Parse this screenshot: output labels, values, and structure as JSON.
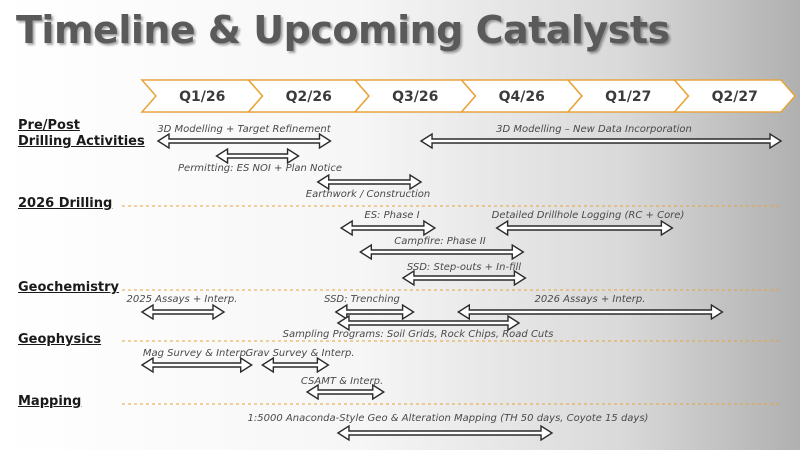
{
  "title": "Timeline & Upcoming Catalysts",
  "colors": {
    "accent": "#e8a33a",
    "arrow_stroke": "#2b2b2b",
    "divider": "#e8a33a"
  },
  "quarters": [
    "Q1/26",
    "Q2/26",
    "Q3/26",
    "Q4/26",
    "Q1/27",
    "Q2/27"
  ],
  "categories": [
    {
      "line1": "Pre/Post",
      "line2": "Drilling Activities"
    },
    {
      "line1": "2026 Drilling"
    },
    {
      "line1": "Geochemistry"
    },
    {
      "line1": "Geophysics"
    },
    {
      "line1": "Mapping"
    }
  ],
  "bars": [
    {
      "label": "3D Modelling + Target Refinement",
      "start": 0.15,
      "end": 1.77
    },
    {
      "label": "3D Modelling – New Data Incorporation",
      "start": 2.62,
      "end": 6.0
    },
    {
      "label": "Permitting: ES NOI + Plan Notice",
      "start": 0.7,
      "end": 1.47
    },
    {
      "label": "Earthwork / Construction",
      "start": 1.65,
      "end": 2.62
    },
    {
      "label": "ES: Phase I",
      "start": 1.87,
      "end": 2.75
    },
    {
      "label": "Detailed Drillhole Logging (RC + Core)",
      "start": 3.33,
      "end": 4.98
    },
    {
      "label": "Campfire: Phase II",
      "start": 2.05,
      "end": 3.58
    },
    {
      "label": "SSD: Step-outs + In-fill",
      "start": 2.45,
      "end": 3.6
    },
    {
      "label": "2025 Assays + Interp.",
      "start": 0.0,
      "end": 0.77
    },
    {
      "label": "SSD: Trenching",
      "start": 1.82,
      "end": 2.55
    },
    {
      "label": "2026 Assays + Interp.",
      "start": 2.97,
      "end": 5.45
    },
    {
      "label": "Sampling Programs: Soil Grids, Rock Chips, Road Cuts",
      "start": 1.84,
      "end": 3.54
    },
    {
      "label": "Mag Survey & Interp.",
      "start": 0.0,
      "end": 1.03
    },
    {
      "label": "Grav Survey & Interp.",
      "start": 1.13,
      "end": 1.75
    },
    {
      "label": "CSAMT & Interp.",
      "start": 1.55,
      "end": 2.27
    },
    {
      "label": "1:5000 Anaconda-Style Geo & Alteration Mapping (TH 50 days, Coyote 15 days)",
      "start": 1.84,
      "end": 3.85
    }
  ]
}
